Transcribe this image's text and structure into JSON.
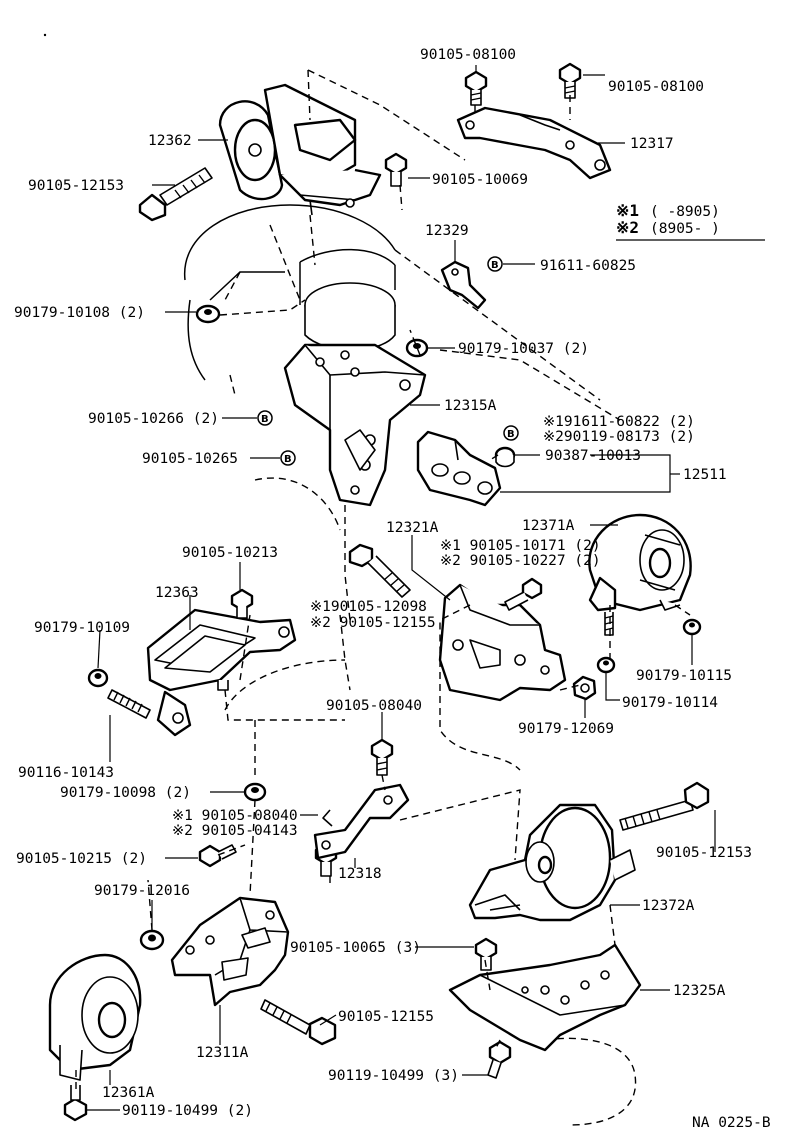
{
  "labels": {
    "p90105_08100_a": "90105-08100",
    "p90105_08100_b": "90105-08100",
    "p12362": "12362",
    "p12317": "12317",
    "p90105_12153_a": "90105-12153",
    "p90105_10069": "90105-10069",
    "p12329": "12329",
    "p91611_60825": "91611-60825",
    "p90179_10108": "90179-10108 (2)",
    "p90179_10037": "90179-10037 (2)",
    "p90105_10266": "90105-10266 (2)",
    "p12315A": "12315A",
    "p191611_60822": "※191611-60822 (2)",
    "p290119_08173": "※290119-08173 (2)",
    "p90105_10265": "90105-10265",
    "p90387_10013": "90387-10013",
    "p12511": "12511",
    "p12321A": "12321A",
    "p12371A": "12371A",
    "p90105_10213": "90105-10213",
    "p90105_10171": "※1 90105-10171 (2)",
    "p90105_10227": "※2 90105-10227 (2)",
    "p12363": "12363",
    "p190105_12098": "※190105-12098",
    "p290105_12155": "※2 90105-12155",
    "p90179_10109": "90179-10109",
    "p90179_10115": "90179-10115",
    "p90179_10114": "90179-10114",
    "p90179_12069": "90179-12069",
    "p90105_08040_a": "90105-08040",
    "p90116_10143": "90116-10143",
    "p90179_10098": "90179-10098 (2)",
    "p90105_08040_b": "※1 90105-08040",
    "p90105_04143": "※2 90105-04143",
    "p90105_12153_b": "90105-12153",
    "p90105_10215": "90105-10215 (2)",
    "p12318": "12318",
    "p12372A": "12372A",
    "p90179_12016": "90179-12016",
    "p90105_10065": "90105-10065 (3)",
    "p12325A": "12325A",
    "p90105_12155": "90105-12155",
    "p12311A": "12311A",
    "p12361A": "12361A",
    "p90119_10499_a": "90119-10499 (3)",
    "p90119_10499_b": "90119-10499 (2)",
    "figure_code": "NA 0225-B"
  },
  "notes": {
    "note1_mark": "※1",
    "note1_range": "(      -8905)",
    "note2_mark": "※2",
    "note2_range": "(8905-        )"
  },
  "marks": {
    "b": "B"
  }
}
